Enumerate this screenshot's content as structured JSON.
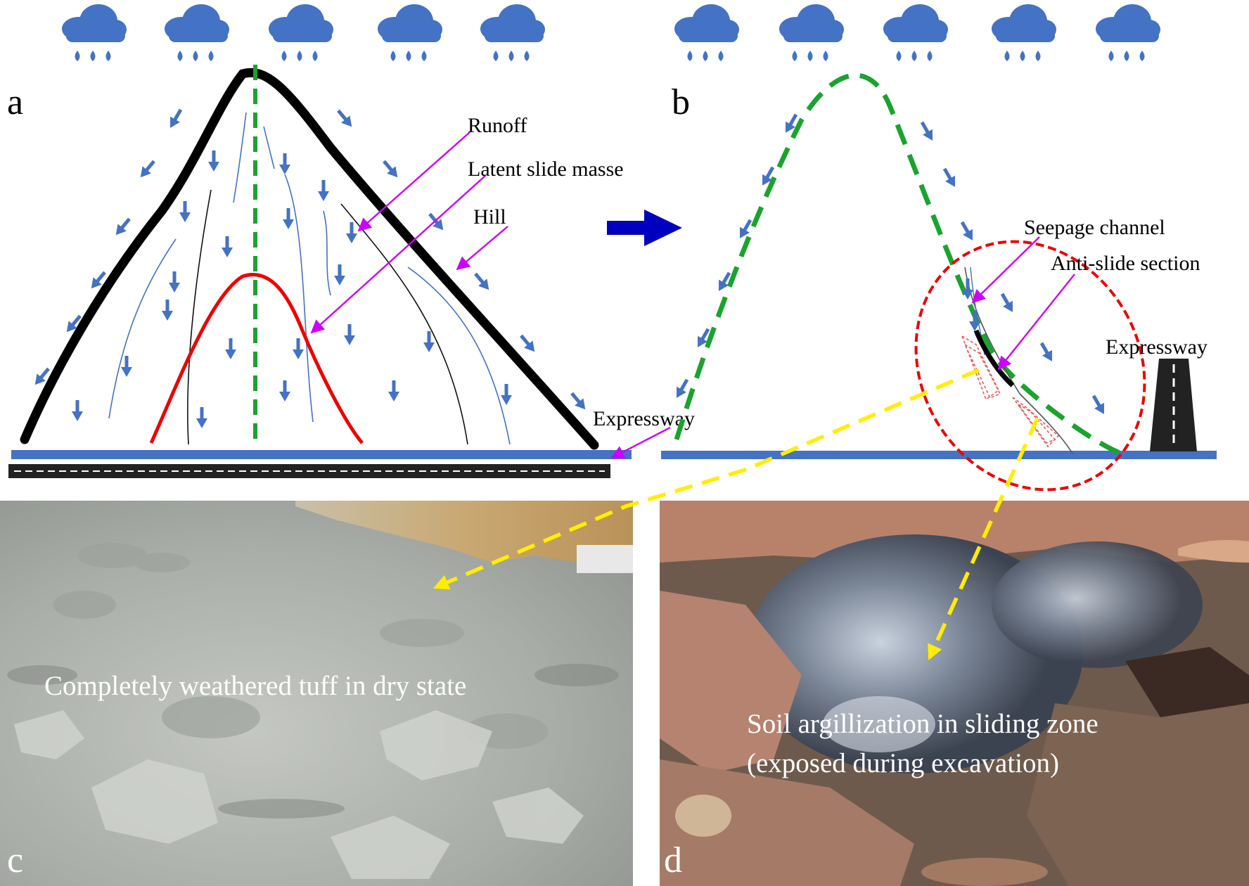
{
  "panels": {
    "a": {
      "letter": "a",
      "labels": {
        "runoff": "Runoff",
        "latent": "Latent slide masse",
        "hill": "Hill",
        "expressway": "Expressway"
      }
    },
    "b": {
      "letter": "b",
      "labels": {
        "seepage": "Seepage channel",
        "antislide": "Anti-slide section",
        "expressway": "Expressway"
      }
    },
    "c": {
      "letter": "c",
      "caption": "Completely weathered tuff in dry state"
    },
    "d": {
      "letter": "d",
      "caption_line1": "Soil argillization in sliding zone",
      "caption_line2": "(exposed during excavation)"
    }
  },
  "icons": {
    "rain": "rain-cloud-icon",
    "flow": "flow-arrow-icon",
    "transition": "transition-arrow-icon"
  },
  "colors": {
    "rain": "#4472c4",
    "flow_arrow": "#4472c4",
    "callout": "#cc00ff",
    "hill_outline": "#000000",
    "slide_mass": "#ee0000",
    "centerline": "#1aa32e",
    "anti_slide_zone": "#ee0000",
    "link_arrow": "#ffee00",
    "road": "#4472c4",
    "transition_arrow": "#0000c0"
  }
}
